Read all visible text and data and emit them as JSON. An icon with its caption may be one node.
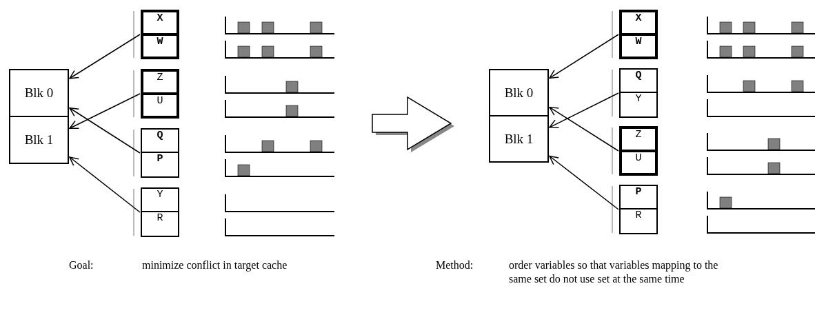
{
  "diagram": {
    "nodes": [
      {
        "text": [
          "Blk 0"
        ]
      },
      {
        "text": [
          "Blk 1"
        ]
      },
      {
        "text": [],
        "shape": "box"
      },
      {
        "text": [
          "X"
        ],
        "in": 2
      },
      {
        "text": [
          "W"
        ],
        "in": 2
      },
      {
        "text": [],
        "shape": "box"
      },
      {
        "text": [
          "Z"
        ],
        "in": 5
      },
      {
        "text": [
          "U"
        ],
        "in": 5
      },
      {
        "text": [],
        "shape": "box"
      },
      {
        "text": [
          "Q"
        ],
        "in": 8
      },
      {
        "text": [
          "P"
        ],
        "in": 8
      },
      {
        "text": [],
        "shape": "box"
      },
      {
        "text": [
          "Y"
        ],
        "in": 11
      },
      {
        "text": [
          "R"
        ],
        "in": 11
      },
      {
        "text": [
          "Blk 0"
        ]
      },
      {
        "text": [
          "Blk 1"
        ]
      },
      {
        "text": [],
        "shape": "box"
      },
      {
        "text": [
          "X"
        ],
        "in": 16
      },
      {
        "text": [
          "W"
        ],
        "in": 16
      },
      {
        "text": [],
        "shape": "box"
      },
      {
        "text": [
          "Q"
        ],
        "in": 19
      },
      {
        "text": [
          "Y"
        ],
        "in": 19
      },
      {
        "text": [],
        "shape": "box"
      },
      {
        "text": [
          "Z"
        ],
        "in": 22
      },
      {
        "text": [
          "U"
        ],
        "in": 22
      },
      {
        "text": [],
        "shape": "box"
      },
      {
        "text": [
          "P"
        ],
        "in": 25
      },
      {
        "text": [
          "R"
        ],
        "in": 25
      }
    ],
    "edges": [
      {
        "from": 2,
        "to": 0,
        "arrow": "to"
      },
      {
        "from": 5,
        "to": 1,
        "arrow": "to"
      },
      {
        "from": 8,
        "to": 0,
        "arrow": "to"
      },
      {
        "from": 11,
        "to": 1,
        "arrow": "to"
      },
      {
        "from": 16,
        "to": 14,
        "arrow": "to"
      },
      {
        "from": 19,
        "to": 15,
        "arrow": "to"
      },
      {
        "from": 22,
        "to": 14,
        "arrow": "to"
      },
      {
        "from": 25,
        "to": 15,
        "arrow": "to"
      }
    ],
    "labels": [
      "Goal:",
      "minimize conflict in target cache",
      "Method:",
      "order variables so that variables mapping to the same set do not use set at the same time"
    ]
  }
}
